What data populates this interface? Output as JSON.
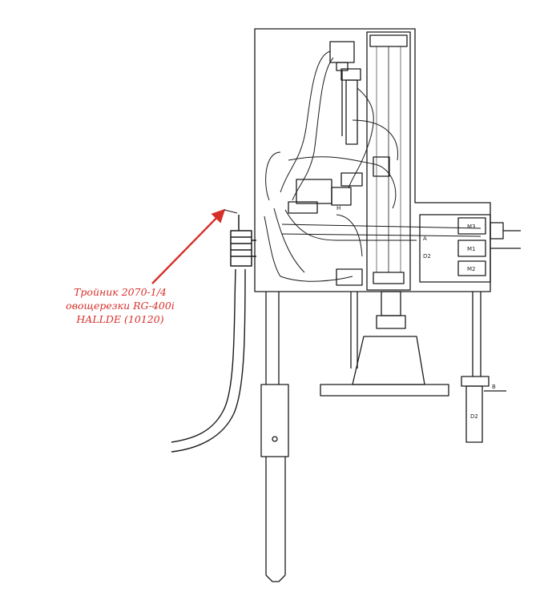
{
  "callout": {
    "line1": "Тройник 2070-1/4",
    "line2": "овощерезки RG-400i",
    "line3": "HALLDE (10120)",
    "color": "#d6302a"
  },
  "labels": {
    "m3": "M3",
    "m1": "M1",
    "m2": "M2",
    "d2": "D2",
    "b": "B",
    "a": "A",
    "h": "H"
  }
}
